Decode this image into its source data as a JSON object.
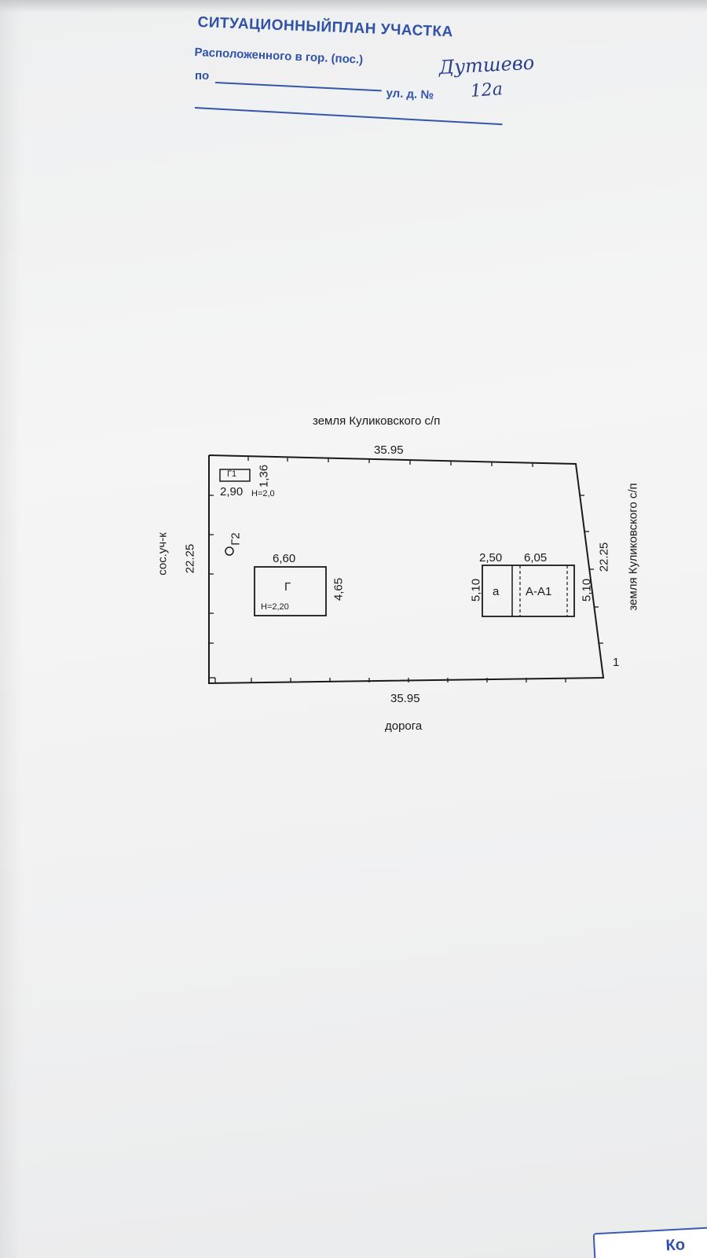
{
  "header": {
    "title": "СИТУАЦИОННЫЙПЛАН  УЧАСТКА",
    "located_label": "Расположенного в гор. (пос.)",
    "place_handwritten": "Дутшево",
    "po_label": "по",
    "street_label": "ул. д. №",
    "number_handwritten": "12а"
  },
  "plan": {
    "north_neighbor": "земля Куликовского с/п",
    "east_neighbor": "земля Куликовского с/п",
    "west_neighbor": "сос.уч-к",
    "south_road": "дорога",
    "top_length": "35.95",
    "bottom_length": "35.95",
    "left_width": "22.25",
    "right_width": "22.25",
    "corner_point": "1",
    "g1": {
      "name": "Г1",
      "length": "2,90",
      "width": "1,36",
      "height": "Н=2,0"
    },
    "g2": {
      "name": "Г2"
    },
    "g": {
      "name": "Г",
      "length": "6,60",
      "width": "4,65",
      "height": "Н=2,20"
    },
    "a": {
      "name": "а",
      "length": "2,50",
      "width": "5,10"
    },
    "house": {
      "name": "А-А1",
      "length": "6,05",
      "width": "5,10"
    }
  },
  "corner_fragment": "Ко"
}
